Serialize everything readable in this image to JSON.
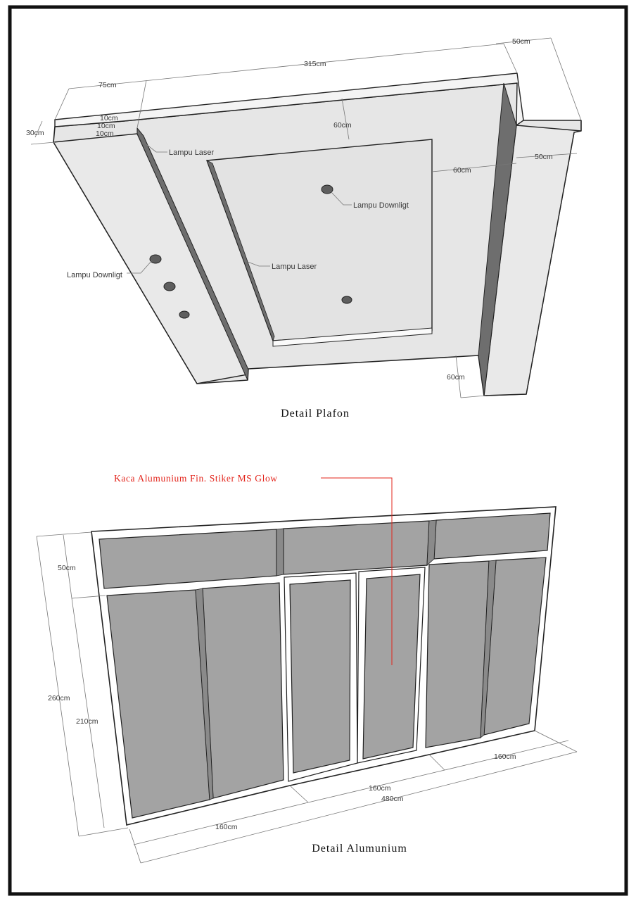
{
  "plafon": {
    "title": "Detail Plafon",
    "dims": {
      "d315": "315cm",
      "d75": "75cm",
      "d50_top": "50cm",
      "d30": "30cm",
      "d10a": "10cm",
      "d10b": "10cm",
      "d10c": "10cm",
      "d60_top": "60cm",
      "d60_right": "60cm",
      "d50_right": "50cm",
      "d60_bottom": "60cm"
    },
    "labels": {
      "laser_left": "Lampu Laser",
      "laser_center": "Lampu Laser",
      "downlight_left": "Lampu Downligt",
      "downlight_center": "Lampu Downligt"
    }
  },
  "alumunium": {
    "title": "Detail Alumunium",
    "glass_note": "Kaca Alumunium Fin. Stiker MS Glow",
    "dims": {
      "d50": "50cm",
      "d260": "260cm",
      "d210": "210cm",
      "d160_left": "160cm",
      "d160_mid": "160cm",
      "d160_right": "160cm",
      "d480": "480cm"
    }
  },
  "colors": {
    "ceiling_fill": "#e6e6e6",
    "shadow_fill": "#6e6e6e",
    "glass_fill": "#a3a3a3",
    "frame_fill": "#ffffff",
    "note_red": "#e3241b"
  }
}
